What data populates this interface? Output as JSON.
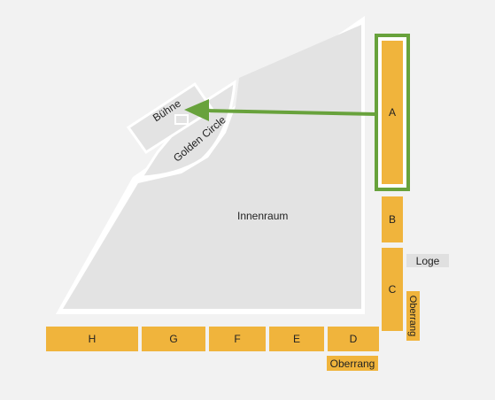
{
  "venue": {
    "stage_label": "Bühne",
    "golden_circle_label": "Golden Circle",
    "floor_label": "Innenraum",
    "loge_label": "Loge",
    "upper_tier_bottom_label": "Oberrang",
    "upper_tier_right_label": "Oberrang"
  },
  "blocks": {
    "A": "A",
    "B": "B",
    "C": "C",
    "D": "D",
    "E": "E",
    "F": "F",
    "G": "G",
    "H": "H"
  },
  "colors": {
    "block": "#f0b43c",
    "highlight": "#68a23c",
    "floor": "#e3e3e3",
    "background": "#f2f2f2"
  },
  "highlight": {
    "selected_block": "A"
  }
}
